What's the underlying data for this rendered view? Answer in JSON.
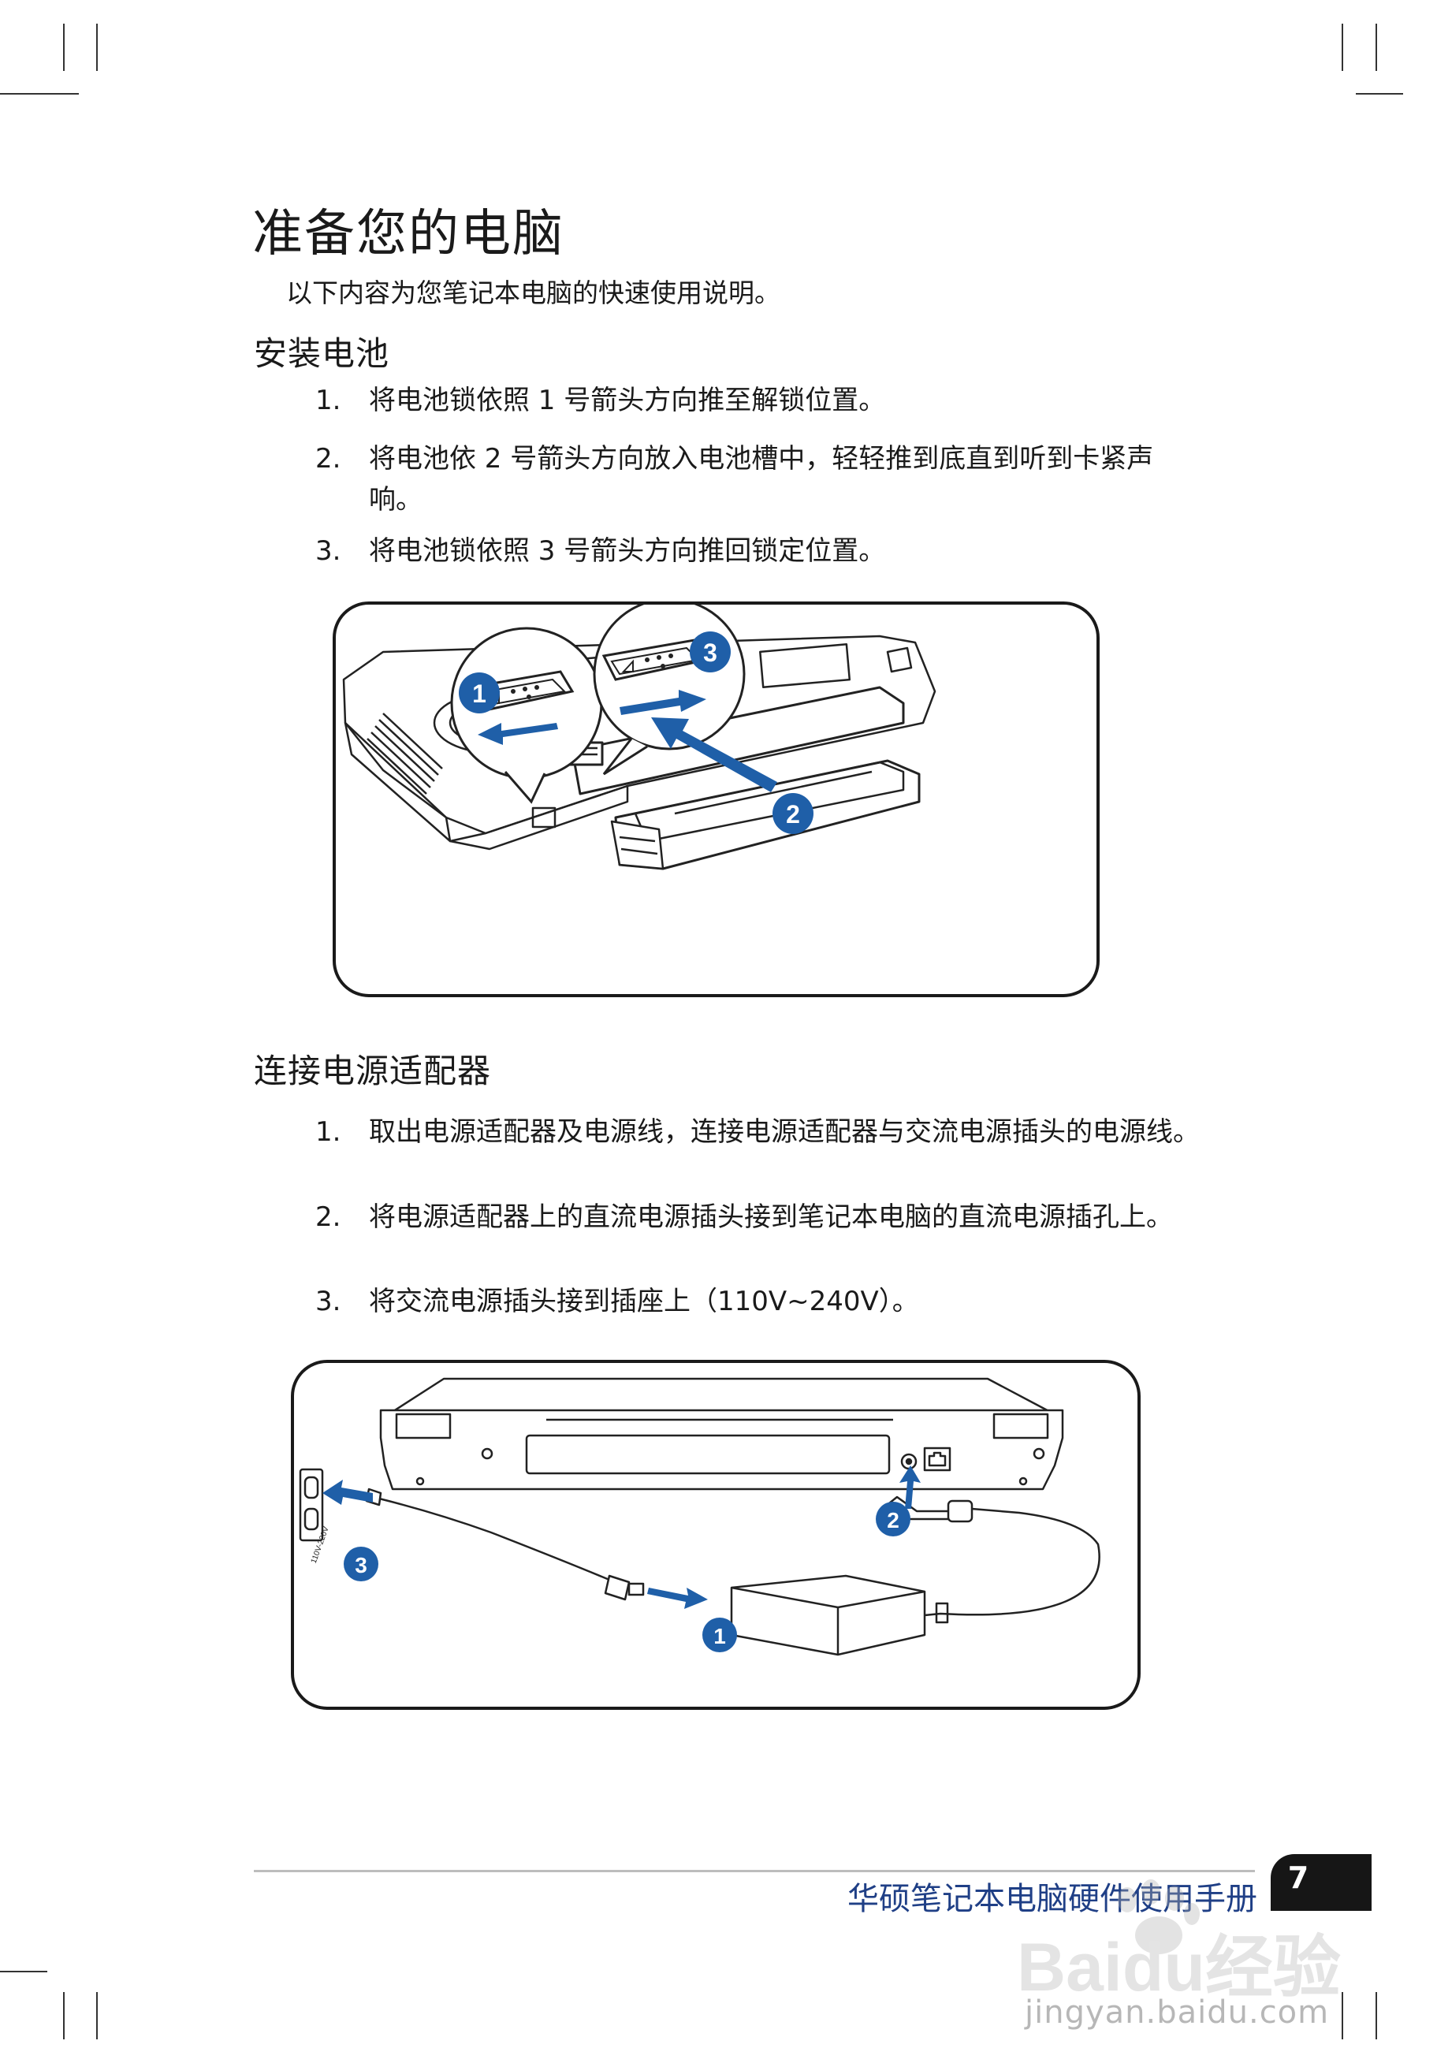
{
  "page": {
    "title": "准备您的电脑",
    "intro": "以下内容为您笔记本电脑的快速使用说明。"
  },
  "battery_section": {
    "heading": "安装电池",
    "steps": [
      {
        "num": "1.",
        "text": "将电池锁依照 1 号箭头方向推至解锁位置。"
      },
      {
        "num": "2.",
        "text": "将电池依 2 号箭头方向放入电池槽中，轻轻推到底直到听到卡紧声响。"
      },
      {
        "num": "3.",
        "text": "将电池锁依照 3 号箭头方向推回锁定位置。"
      }
    ],
    "callouts": [
      "1",
      "2",
      "3"
    ]
  },
  "power_section": {
    "heading": "连接电源适配器",
    "steps": [
      {
        "num": "1.",
        "text": "取出电源适配器及电源线，连接电源适配器与交流电源插头的电源线。"
      },
      {
        "num": "2.",
        "text": "将电源适配器上的直流电源插头接到笔记本电脑的直流电源插孔上。"
      },
      {
        "num": "3.",
        "text": "将交流电源插头接到插座上（110V~240V）。"
      }
    ],
    "callouts": [
      "1",
      "2",
      "3"
    ],
    "outlet_label": "110V-220V"
  },
  "footer": {
    "title": "华硕笔记本电脑硬件使用手册",
    "page_number": "7"
  },
  "watermark": {
    "logo": "Baidu经验",
    "url": "jingyan.baidu.com"
  },
  "colors": {
    "callout_blue": "#1f5fa8",
    "footer_blue": "#1f3f86"
  }
}
